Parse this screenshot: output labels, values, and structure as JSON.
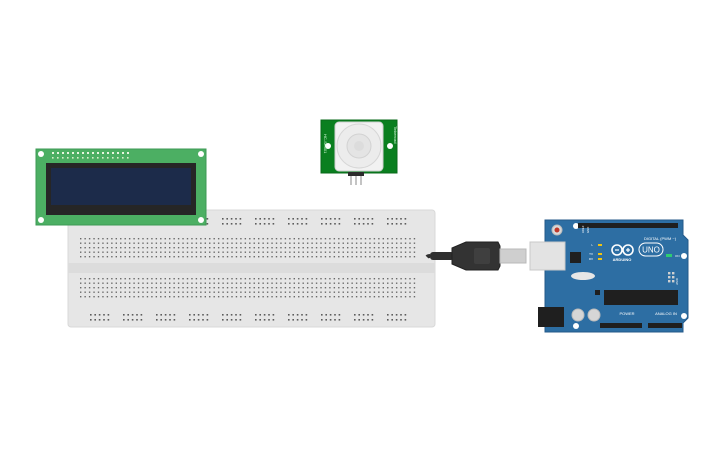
{
  "pir_sensor": {
    "side_label_left": "HC-SR501",
    "side_label_right": "Tinkercad"
  },
  "arduino": {
    "brand_label": "ARDUINO",
    "model_label": "UNO",
    "digital_label": "DIGITAL (PWM ~)",
    "power_label": "POWER",
    "analog_label": "ANALOG IN",
    "tx_label": "TX",
    "rx_label": "RX",
    "l_label": "L",
    "on_label": "ON",
    "icsp_label": "ICSP",
    "aref_label": "AREF",
    "gnd_label": "GND"
  },
  "colors": {
    "lcd_pcb": "#4caf63",
    "lcd_screen": "#1c2b4a",
    "pir_pcb": "#0a7f1f",
    "breadboard": "#e6e6e6",
    "arduino_pcb": "#2d6ea3",
    "cable": "#2f2f2f"
  }
}
